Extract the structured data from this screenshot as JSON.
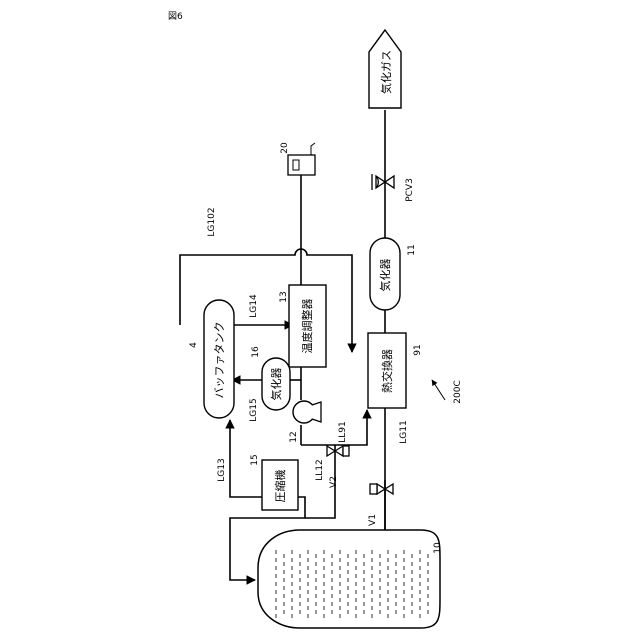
{
  "figure_label": "図6",
  "system_label": "200C",
  "labels": {
    "vaporized_gas": "気化ガス",
    "pcv3": "PCV3",
    "ref_20": "20",
    "ref_11": "11",
    "vaporizer_main": "気化器",
    "ref_91": "91",
    "heat_exchanger": "熱交換器",
    "lg11": "LG11",
    "lg102": "LG102",
    "lg14": "LG14",
    "ref_13": "13",
    "temp_regulator": "温度調整器",
    "ref_4": "4",
    "buffer_tank": "バッファタンク",
    "ref_16": "16",
    "vaporizer_small": "気化器",
    "lg15": "LG15",
    "ref_12": "12",
    "ll91": "LL91",
    "ll12": "LL12",
    "v2": "V2",
    "ref_15": "15",
    "compressor": "圧縮機",
    "lg13": "LG13",
    "v1": "V1",
    "ref_10": "10"
  }
}
